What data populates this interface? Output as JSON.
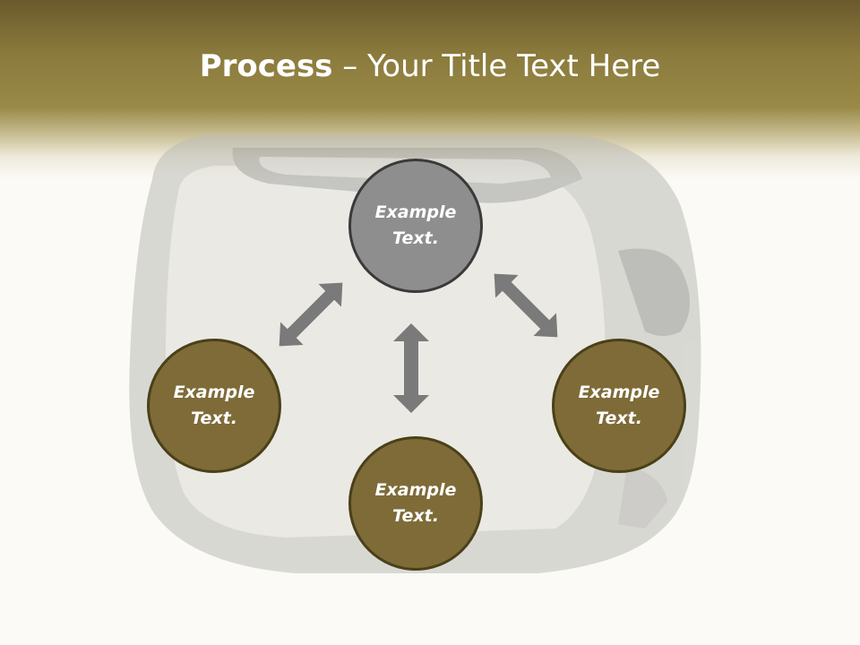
{
  "slide": {
    "title_bold": "Process",
    "title_rest": " – Your Title Text Here"
  },
  "nodes": [
    {
      "id": "top",
      "text": "Example\nText."
    },
    {
      "id": "left",
      "text": "Example\nText."
    },
    {
      "id": "right",
      "text": "Example\nText."
    },
    {
      "id": "bottom",
      "text": "Example\nText."
    }
  ],
  "colors": {
    "header": "#8a7a3c",
    "node_olive": "#7e6b38",
    "node_gray": "#8e8e8e",
    "arrow": "#7a7a7a"
  }
}
